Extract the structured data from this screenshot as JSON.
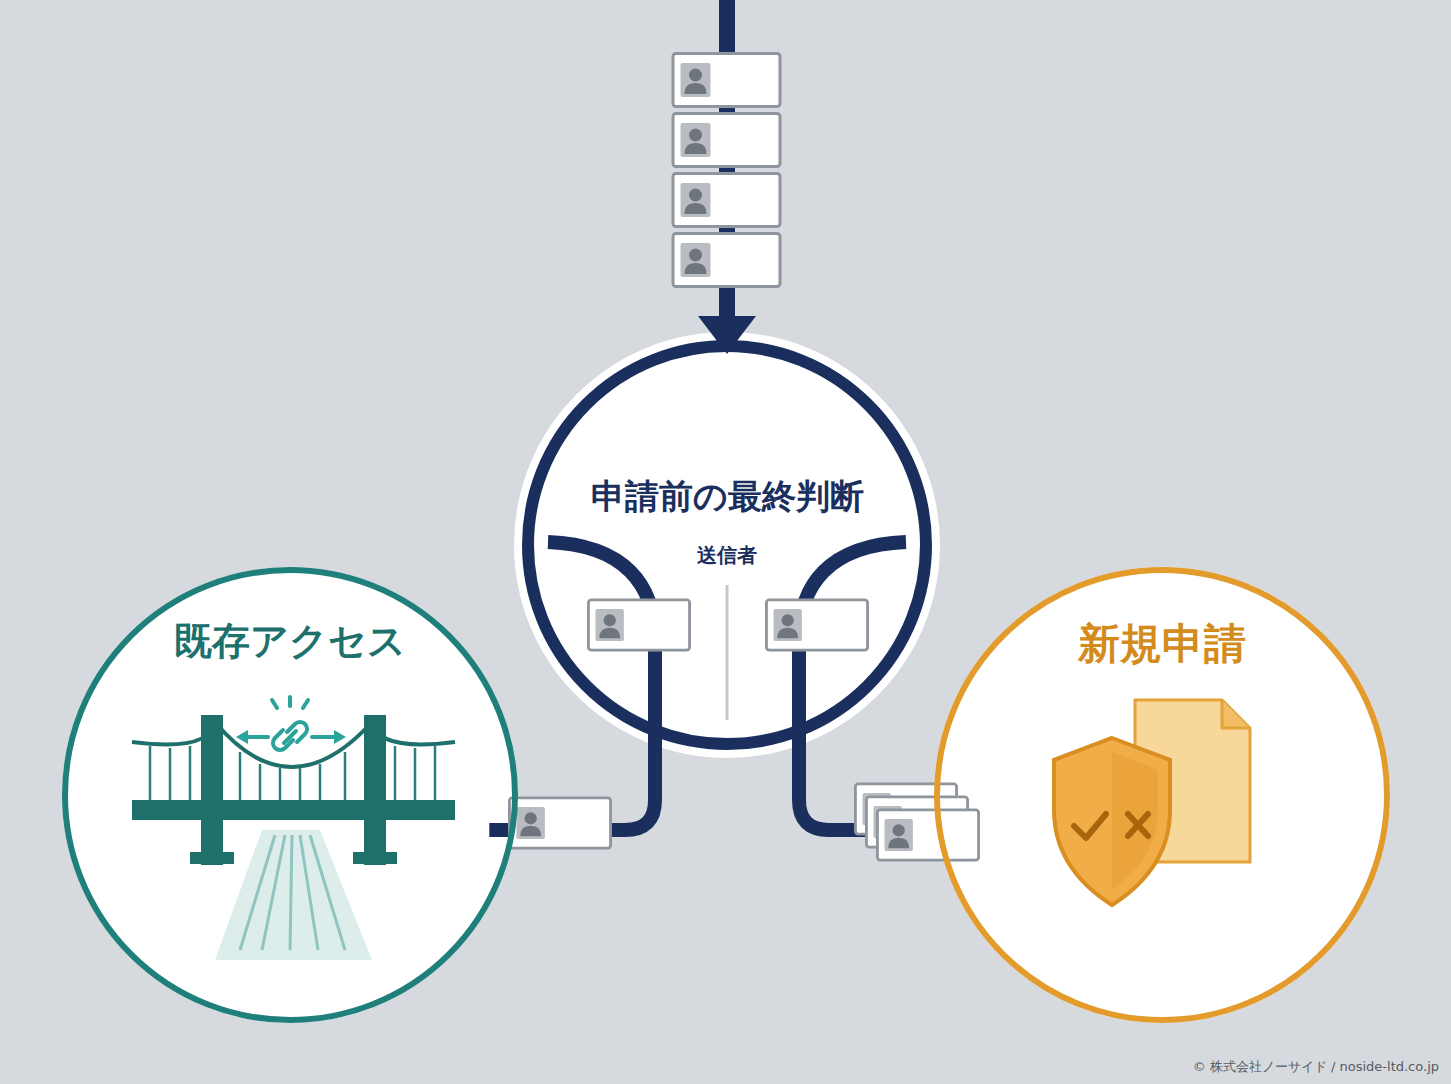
{
  "diagram": {
    "nodes": [
      {
        "text": [
          "申請前の最終判断",
          "送信者"
        ]
      },
      {
        "text": [
          "既存アクセス"
        ]
      },
      {
        "text": [
          "新規申請"
        ]
      }
    ],
    "edges": [
      {
        "from": 0,
        "to": 1,
        "arrow": "to"
      },
      {
        "from": 0,
        "to": 2,
        "arrow": "to"
      }
    ],
    "labels": [
      "© 株式会社ノーサイド / noside-ltd.co.jp"
    ]
  }
}
